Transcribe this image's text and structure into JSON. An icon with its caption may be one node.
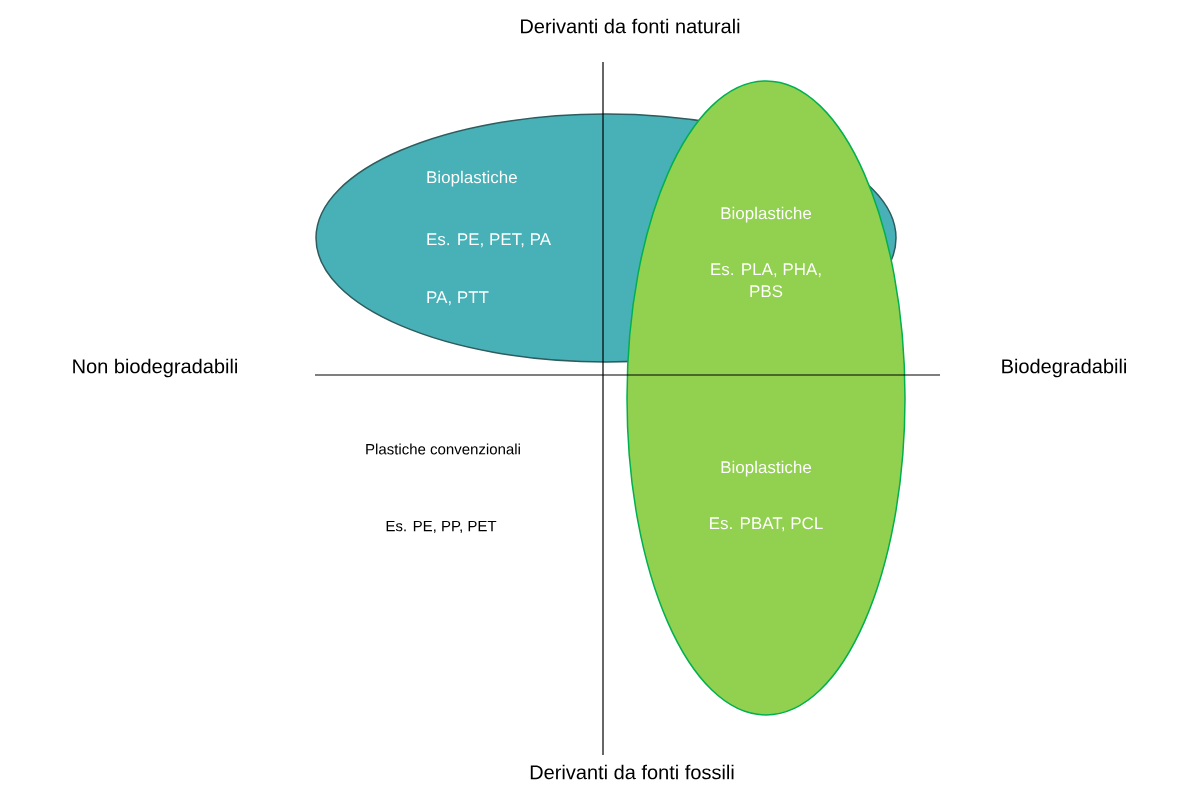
{
  "diagram": {
    "nodes": [
      {
        "text": [
          "Bioplastiche",
          "Es. PE, PET, PA",
          "PA, PTT"
        ]
      },
      {
        "text": [],
        "shape": "ellipse"
      },
      {
        "text": [
          "Bioplastiche",
          "Es. PLA, PHA, PBS"
        ]
      },
      {
        "text": [
          "Bioplastiche",
          "Es. PBAT, PCL"
        ],
        "in": 1
      }
    ],
    "labels": [
      "Derivanti da fonti naturali",
      "Non biodegradabili",
      "Biodegradabili",
      "Plastiche convenzionali",
      "Es. PE, PP, PET",
      "Derivanti da fonti fossili"
    ]
  }
}
